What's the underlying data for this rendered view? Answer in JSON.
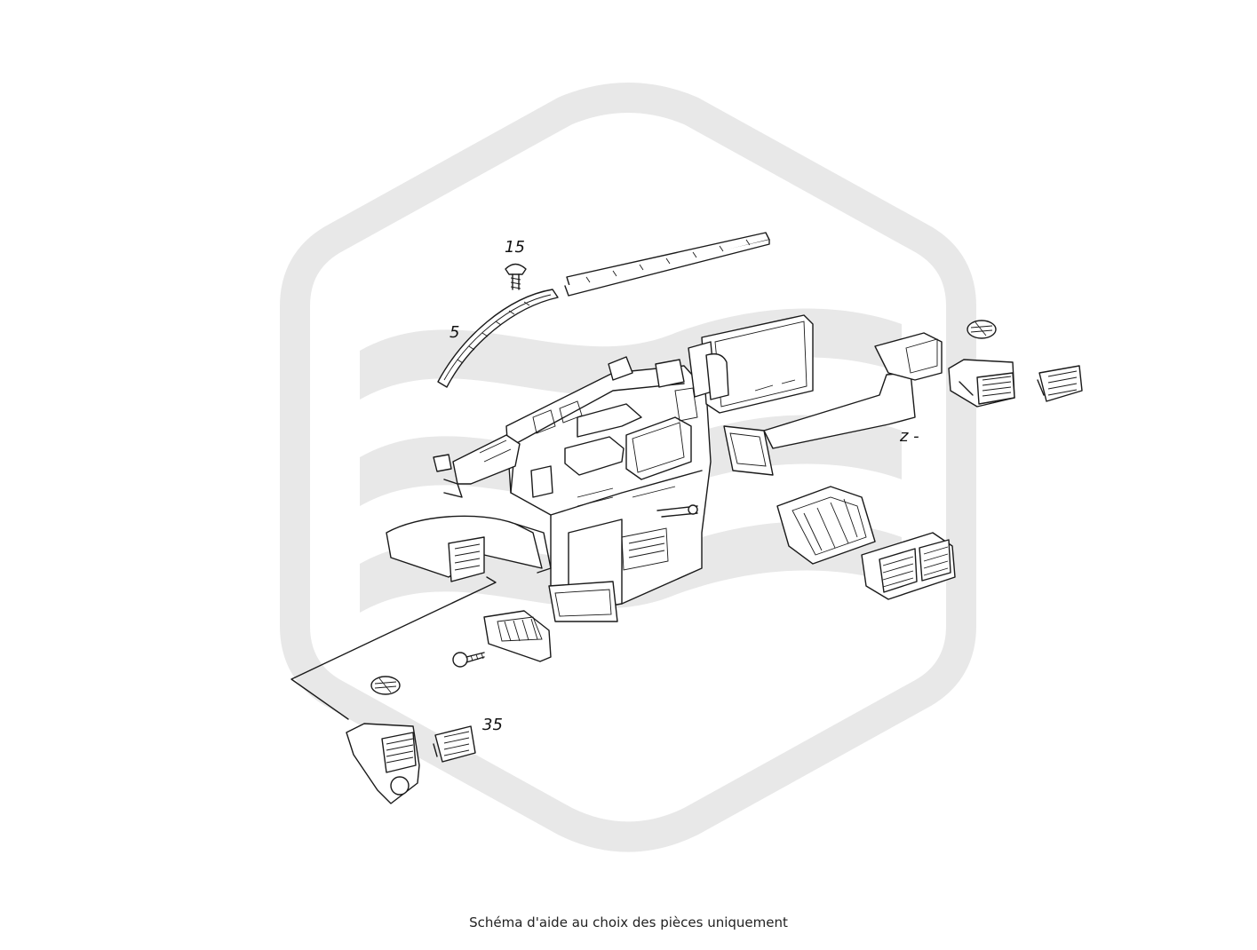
{
  "labels": {
    "part_15": "15",
    "part_5": "5",
    "part_35": "35",
    "part_mark": "z -"
  },
  "caption": "Schéma d'aide au choix des pièces uniquement",
  "colors": {
    "watermark": "#e8e8e8",
    "line": "#1a1a1a",
    "background": "#ffffff"
  },
  "icons": {
    "watermark": "hexagon-wave-logo-icon"
  }
}
